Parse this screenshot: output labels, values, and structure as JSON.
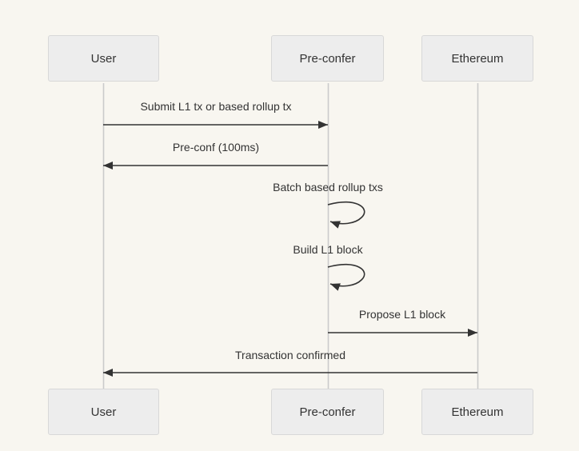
{
  "diagram": {
    "type": "sequence-diagram",
    "actors": [
      {
        "name": "User"
      },
      {
        "name": "Pre-confer"
      },
      {
        "name": "Ethereum"
      }
    ],
    "messages": [
      {
        "from": "User",
        "to": "Pre-confer",
        "label": "Submit L1 tx or based rollup tx",
        "kind": "solid-arrow"
      },
      {
        "from": "Pre-confer",
        "to": "User",
        "label": "Pre-conf (100ms)",
        "kind": "solid-arrow"
      },
      {
        "from": "Pre-confer",
        "to": "Pre-confer",
        "label": "Batch based rollup txs",
        "kind": "self-loop"
      },
      {
        "from": "Pre-confer",
        "to": "Pre-confer",
        "label": "Build L1 block",
        "kind": "self-loop"
      },
      {
        "from": "Pre-confer",
        "to": "Ethereum",
        "label": "Propose L1 block",
        "kind": "solid-arrow"
      },
      {
        "from": "Ethereum",
        "to": "User",
        "label": "Transaction confirmed",
        "kind": "solid-arrow"
      }
    ],
    "colors": {
      "background": "#F8F6F0",
      "actor_fill": "#EDEDED",
      "actor_border": "#D8D8D8",
      "lifeline": "#CBCBCB",
      "arrow": "#333333",
      "text": "#333333"
    }
  }
}
